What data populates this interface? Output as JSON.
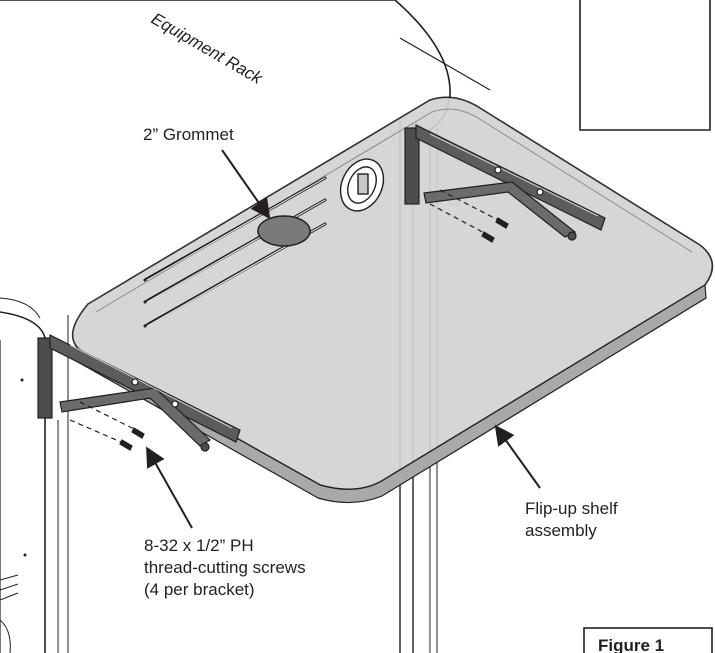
{
  "labels": {
    "rack": "Equipment Rack",
    "grommet": "2” Grommet",
    "screws_line1": "8-32 x 1/2” PH",
    "screws_line2": "thread-cutting screws",
    "screws_line3": "(4 per bracket)",
    "shelf_line1": "Flip-up shelf",
    "shelf_line2": "assembly",
    "figure": "Figure 1"
  },
  "colors": {
    "line": "#231f20",
    "shelf_fill": "#d3d3d3",
    "shelf_edge": "#a9a9a9",
    "bracket": "#4d4d4d",
    "grommet": "#7a7a7a"
  }
}
